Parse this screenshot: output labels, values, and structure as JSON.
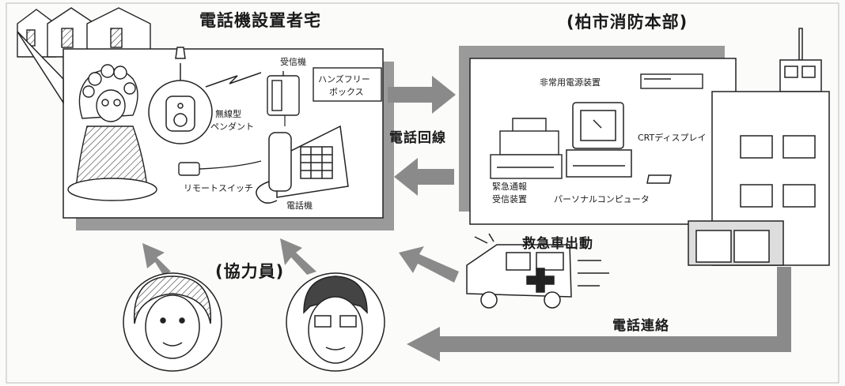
{
  "left_title": "電話機設置者宅",
  "right_title": "(柏市消防本部)",
  "labels": {
    "receiver": "受信機",
    "handsfree_line1": "ハンズフリー",
    "handsfree_line2": "ボックス",
    "pendant_line1": "無線型",
    "pendant_line2": "ペンダント",
    "remote_switch": "リモートスイッチ",
    "telephone": "電話機",
    "power_supply": "非常用電源装置",
    "crt_display": "CRTディスプレイ",
    "emergency_receiver_line1": "緊急通報",
    "emergency_receiver_line2": "受信装置",
    "personal_computer": "パーソナルコンピュータ",
    "phone_line": "電話回線",
    "ambulance_dispatch": "救急車出動",
    "phone_contact": "電話連絡",
    "cooperators": "(協力員)"
  },
  "colors": {
    "arrow_gray": "#8a8a8a",
    "frame_gray": "#9a9a9a",
    "ink": "#1a1a1a"
  }
}
